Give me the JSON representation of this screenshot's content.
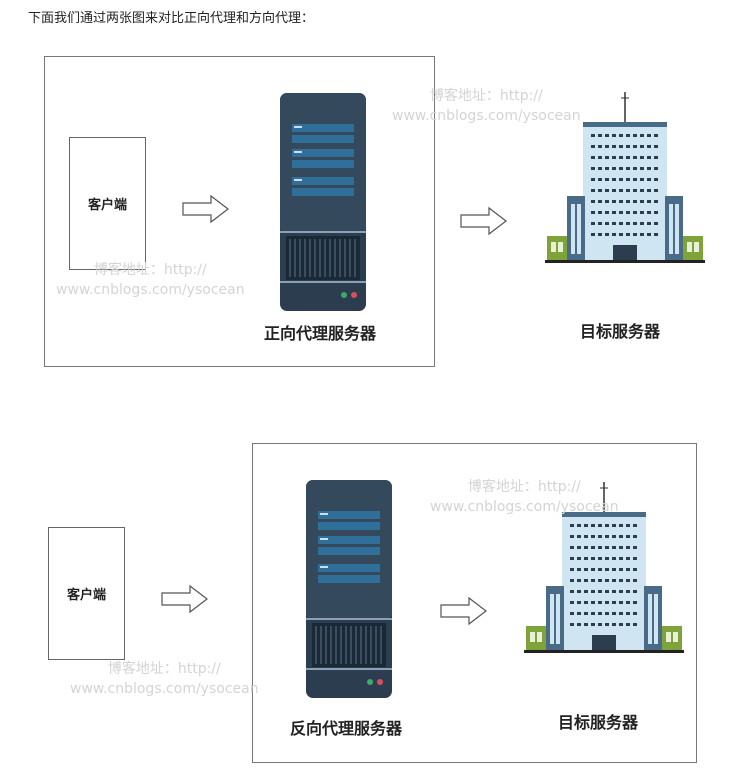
{
  "intro_text": "下面我们通过两张图来对比正向代理和方向代理：",
  "forward": {
    "client_label": "客户端",
    "proxy_label": "正向代理服务器",
    "target_label": "目标服务器"
  },
  "reverse": {
    "client_label": "客户端",
    "proxy_label": "反向代理服务器",
    "target_label": "目标服务器"
  },
  "watermark": {
    "line1": "博客地址：http://",
    "line2": "www.cnblogs.com/ysocean"
  },
  "colors": {
    "server_body": "#2b3d4f",
    "server_panel": "#2f6f9a",
    "building_glass": "#cfe6f2",
    "building_side": "#4a6b88",
    "building_green": "#7fa33b"
  }
}
